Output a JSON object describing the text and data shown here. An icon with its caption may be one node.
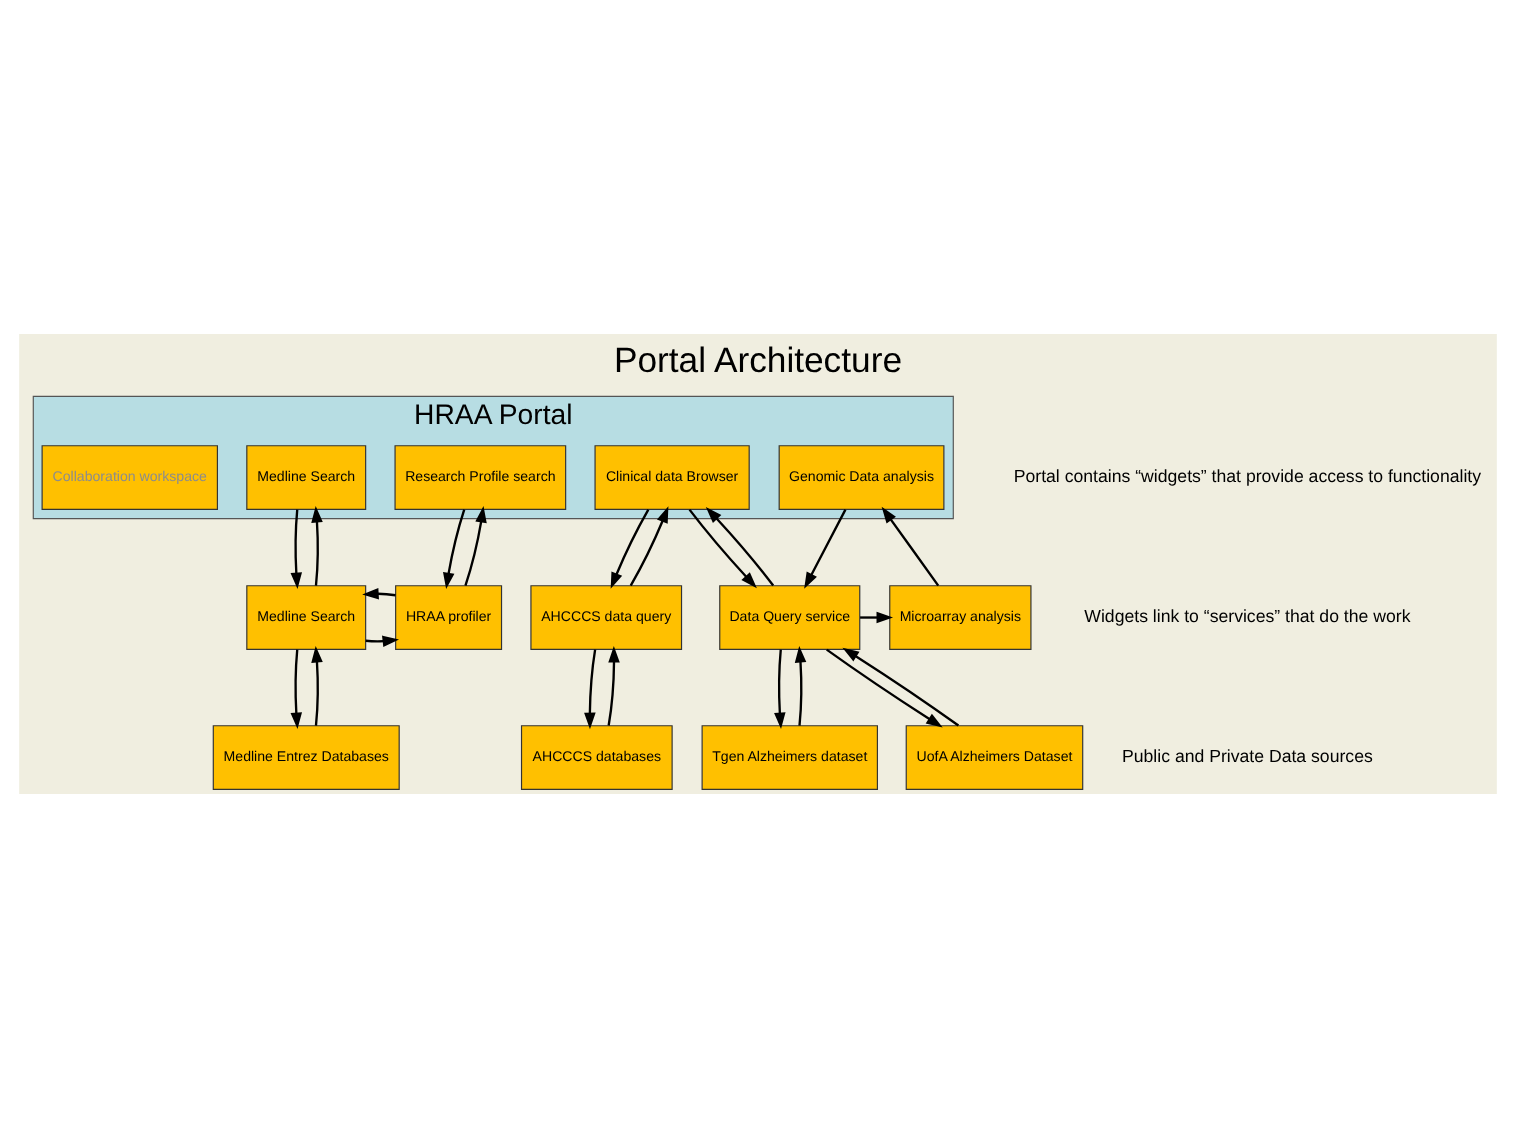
{
  "diagram": {
    "title": "Portal Architecture",
    "nodes": [
      {
        "text": [
          "HRAA Portal"
        ]
      },
      {
        "text": [
          "Medline Search"
        ],
        "in": 0
      },
      {
        "text": [
          "Research Profile search"
        ],
        "in": 0
      },
      {
        "text": [
          "Clinical data Browser"
        ],
        "in": 0
      },
      {
        "text": [
          "Genomic Data analysis"
        ],
        "in": 0
      },
      {
        "text": [
          "Collaboration workspace"
        ],
        "in": 0
      },
      {
        "text": [
          "Medline Search"
        ]
      },
      {
        "text": [
          "HRAA profiler"
        ]
      },
      {
        "text": [
          "AHCCCS data query"
        ]
      },
      {
        "text": [
          "Microarray analysis"
        ]
      },
      {
        "text": [
          "Data Query service"
        ]
      },
      {
        "text": [
          "Medline Entrez Databases"
        ]
      },
      {
        "text": [
          "AHCCCS databases"
        ]
      },
      {
        "text": [
          "Tgen Alzheimers dataset"
        ]
      },
      {
        "text": [
          "UofA Alzheimers Dataset"
        ]
      }
    ],
    "edges": [
      {
        "from": 6,
        "to": 1,
        "arrow": "to"
      },
      {
        "from": 1,
        "to": 6,
        "arrow": "to"
      },
      {
        "from": 6,
        "to": 7,
        "arrow": "to"
      },
      {
        "from": 7,
        "to": 6,
        "arrow": "to"
      },
      {
        "from": 7,
        "to": 2,
        "arrow": "to"
      },
      {
        "from": 2,
        "to": 7,
        "arrow": "to"
      },
      {
        "from": 8,
        "to": 3,
        "arrow": "to"
      },
      {
        "from": 3,
        "to": 8,
        "arrow": "to"
      },
      {
        "from": 3,
        "to": 10,
        "arrow": "to"
      },
      {
        "from": 10,
        "to": 3,
        "arrow": "to"
      },
      {
        "from": 9,
        "to": 4,
        "arrow": "to"
      },
      {
        "from": 4,
        "to": 10,
        "arrow": "to"
      },
      {
        "from": 10,
        "to": 9,
        "arrow": "to"
      },
      {
        "from": 11,
        "to": 6,
        "arrow": "to"
      },
      {
        "from": 6,
        "to": 11,
        "arrow": "to"
      },
      {
        "from": 12,
        "to": 8,
        "arrow": "to"
      },
      {
        "from": 8,
        "to": 12,
        "arrow": "to"
      },
      {
        "from": 13,
        "to": 10,
        "arrow": "to"
      },
      {
        "from": 10,
        "to": 13,
        "arrow": "to"
      },
      {
        "from": 10,
        "to": 14,
        "arrow": "to"
      },
      {
        "from": 14,
        "to": 10,
        "arrow": "to"
      }
    ],
    "labels": [
      "Portal contains “widgets” that provide access to functionality",
      "Widgets link to “services” that do the work",
      "Public and Private Data sources"
    ]
  }
}
